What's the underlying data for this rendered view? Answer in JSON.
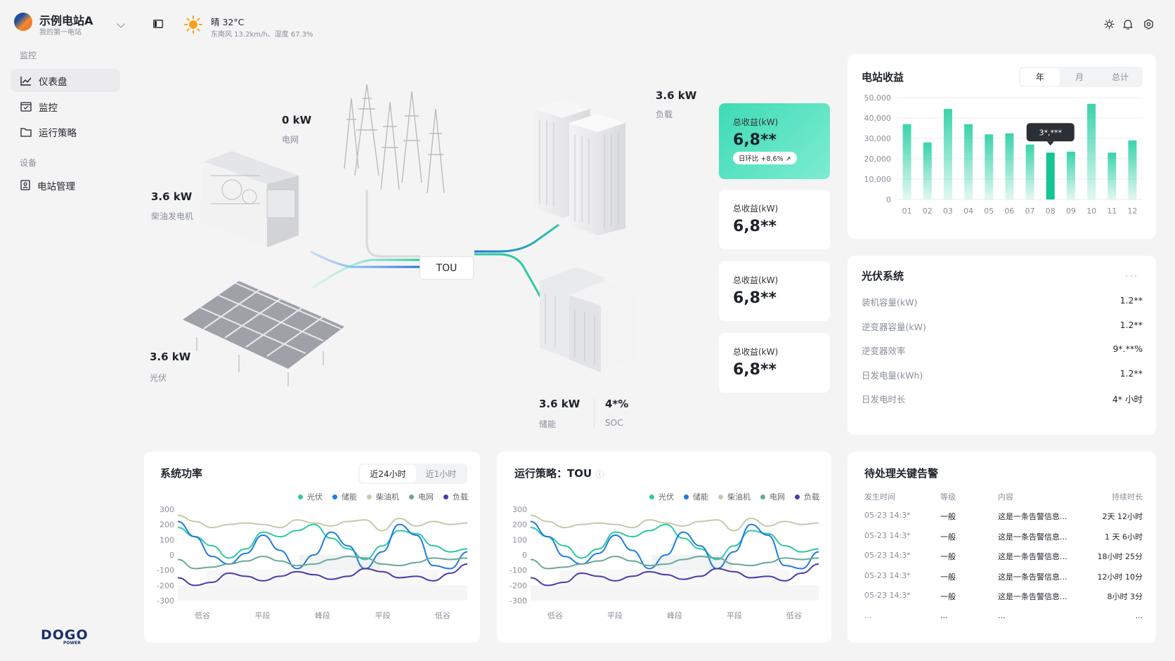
{
  "station": {
    "name": "示例电站A",
    "subtitle": "我的第一电站"
  },
  "nav": {
    "section_monitor": "监控",
    "items_monitor": [
      {
        "label": "仪表盘",
        "icon": "chart-line-icon",
        "active": true
      },
      {
        "label": "监控",
        "icon": "monitor-icon",
        "active": false
      },
      {
        "label": "运行策略",
        "icon": "folder-icon",
        "active": false
      }
    ],
    "section_device": "设备",
    "items_device": [
      {
        "label": "电站管理",
        "icon": "station-icon",
        "active": false
      }
    ]
  },
  "brand": {
    "main": "DOGO",
    "sub": "POWER"
  },
  "weather": {
    "title": "晴 32°C",
    "detail": "东南风 13.2km/h、湿度 67.3%",
    "icon": "sun-icon"
  },
  "topbar_icons": [
    "brightness-icon",
    "bell-icon",
    "settings-icon"
  ],
  "diagram": {
    "grid": {
      "value": "0 kW",
      "label": "电网"
    },
    "diesel": {
      "value": "3.6 kW",
      "label": "柴油发电机"
    },
    "pv": {
      "value": "3.6 kW",
      "label": "光伏"
    },
    "load": {
      "value": "3.6 kW",
      "label": "负载"
    },
    "storage": {
      "value": "3.6 kW",
      "label": "储能",
      "soc_value": "4*%",
      "soc_label": "SOC"
    },
    "center": "TOU"
  },
  "revenue_cards": [
    {
      "label": "总收益(kW)",
      "value": "6,8**",
      "badge": "日环比 +8.6%",
      "highlight": true
    },
    {
      "label": "总收益(kW)",
      "value": "6,8**"
    },
    {
      "label": "总收益(kW)",
      "value": "6,8**"
    },
    {
      "label": "总收益(kW)",
      "value": "6,8**"
    }
  ],
  "revenue_panel": {
    "title": "电站收益",
    "tabs": [
      {
        "label": "年",
        "on": true
      },
      {
        "label": "月",
        "on": false
      },
      {
        "label": "总计",
        "on": false
      }
    ],
    "tooltip": "3*,***",
    "selected_index": 7
  },
  "chart_data": [
    {
      "type": "bar",
      "title": "电站收益",
      "categories": [
        "01",
        "02",
        "03",
        "04",
        "05",
        "06",
        "07",
        "08",
        "09",
        "10",
        "11",
        "12"
      ],
      "values": [
        37000,
        28000,
        44500,
        37000,
        32000,
        32500,
        27000,
        23000,
        23500,
        47000,
        23000,
        29000
      ],
      "yticks": [
        "50,000",
        "40,000",
        "30,000",
        "20,000",
        "10,000",
        "0"
      ],
      "ylim": [
        0,
        50000
      ],
      "grid": true
    },
    {
      "type": "line",
      "title": "系统功率",
      "categories": [
        "低谷",
        "平段",
        "峰段",
        "平段",
        "低谷"
      ],
      "yticks": [
        "300",
        "200",
        "100",
        "0",
        "-100",
        "-200",
        "-300"
      ],
      "ylim": [
        -300,
        300
      ],
      "series": [
        {
          "name": "光伏",
          "color": "#2ec9a3",
          "values": [
            180,
            120,
            60,
            -20,
            40,
            150,
            120,
            160,
            200,
            110,
            40,
            -30,
            60,
            160,
            140,
            60,
            20,
            40
          ]
        },
        {
          "name": "储能",
          "color": "#1f7be0",
          "values": [
            220,
            120,
            -10,
            -60,
            10,
            130,
            30,
            -90,
            0,
            150,
            60,
            -90,
            20,
            200,
            130,
            -70,
            -90,
            20
          ]
        },
        {
          "name": "柴油机",
          "color": "#c4ccaa",
          "values": [
            260,
            220,
            180,
            200,
            210,
            200,
            180,
            230,
            210,
            190,
            220,
            230,
            160,
            240,
            190,
            220,
            200,
            210
          ]
        },
        {
          "name": "电网",
          "color": "#6aa898",
          "values": [
            -30,
            -90,
            -80,
            -60,
            -40,
            -10,
            -40,
            -70,
            -60,
            -30,
            -10,
            -20,
            -60,
            -70,
            -50,
            -20,
            -30,
            -20
          ]
        },
        {
          "name": "负载",
          "color": "#4b3aa8",
          "values": [
            -150,
            -200,
            -180,
            -120,
            -140,
            -170,
            -140,
            -110,
            -130,
            -160,
            -140,
            -90,
            -110,
            -150,
            -140,
            -170,
            -120,
            -60
          ]
        }
      ]
    },
    {
      "type": "line",
      "title": "运行策略：TOU",
      "categories": [
        "低谷",
        "平段",
        "峰段",
        "平段",
        "低谷"
      ],
      "yticks": [
        "300",
        "200",
        "100",
        "0",
        "-100",
        "-200",
        "-300"
      ],
      "ylim": [
        -300,
        300
      ],
      "series": [
        {
          "name": "光伏",
          "color": "#2ec9a3",
          "values": [
            180,
            120,
            60,
            -20,
            40,
            150,
            120,
            160,
            200,
            110,
            40,
            -30,
            60,
            160,
            140,
            60,
            20,
            40
          ]
        },
        {
          "name": "储能",
          "color": "#1f7be0",
          "values": [
            220,
            120,
            -10,
            -60,
            10,
            130,
            30,
            -90,
            0,
            150,
            60,
            -90,
            20,
            200,
            130,
            -70,
            -90,
            20
          ]
        },
        {
          "name": "柴油机",
          "color": "#c4ccaa",
          "values": [
            260,
            220,
            180,
            200,
            210,
            200,
            180,
            230,
            210,
            190,
            220,
            230,
            160,
            240,
            190,
            220,
            200,
            210
          ]
        },
        {
          "name": "电网",
          "color": "#6aa898",
          "values": [
            -30,
            -90,
            -80,
            -60,
            -40,
            -10,
            -40,
            -70,
            -60,
            -30,
            -10,
            -20,
            -60,
            -70,
            -50,
            -20,
            -30,
            -20
          ]
        },
        {
          "name": "负载",
          "color": "#4b3aa8",
          "values": [
            -150,
            -200,
            -180,
            -120,
            -140,
            -170,
            -140,
            -110,
            -130,
            -160,
            -140,
            -90,
            -110,
            -150,
            -140,
            -170,
            -120,
            -60
          ]
        }
      ]
    }
  ],
  "pv_panel": {
    "title": "光伏系统",
    "rows": [
      {
        "k": "装机容量(kW)",
        "v": "1.2**"
      },
      {
        "k": "逆变器容量(kW)",
        "v": "1.2**"
      },
      {
        "k": "逆变器效率",
        "v": "9*.**%"
      },
      {
        "k": "日发电量(kWh)",
        "v": "1.2**"
      },
      {
        "k": "日发电时长",
        "v": "4* 小时"
      }
    ]
  },
  "power_panel": {
    "title": "系统功率",
    "tabs": [
      {
        "label": "近24小时",
        "on": true
      },
      {
        "label": "近1小时",
        "on": false
      }
    ]
  },
  "strategy_panel": {
    "title": "运行策略：TOU"
  },
  "alerts": {
    "title": "待处理关键告警",
    "headers": [
      "发生时间",
      "等级",
      "内容",
      "持续时长"
    ],
    "rows": [
      [
        "05-23  14:3*",
        "一般",
        "这是一条告警信息...",
        "2天 12小时"
      ],
      [
        "05-23  14:3*",
        "一般",
        "这是一条告警信息...",
        "1 天 6小时"
      ],
      [
        "05-23  14:3*",
        "一般",
        "这是一条告警信息...",
        "18小时 25分"
      ],
      [
        "05-23  14:3*",
        "一般",
        "这是一条告警信息...",
        "12小时 10分"
      ],
      [
        "05-23  14:3*",
        "一般",
        "这是一条告警信息...",
        "8小时 3分"
      ],
      [
        "...",
        "...",
        "...",
        "..."
      ]
    ]
  }
}
